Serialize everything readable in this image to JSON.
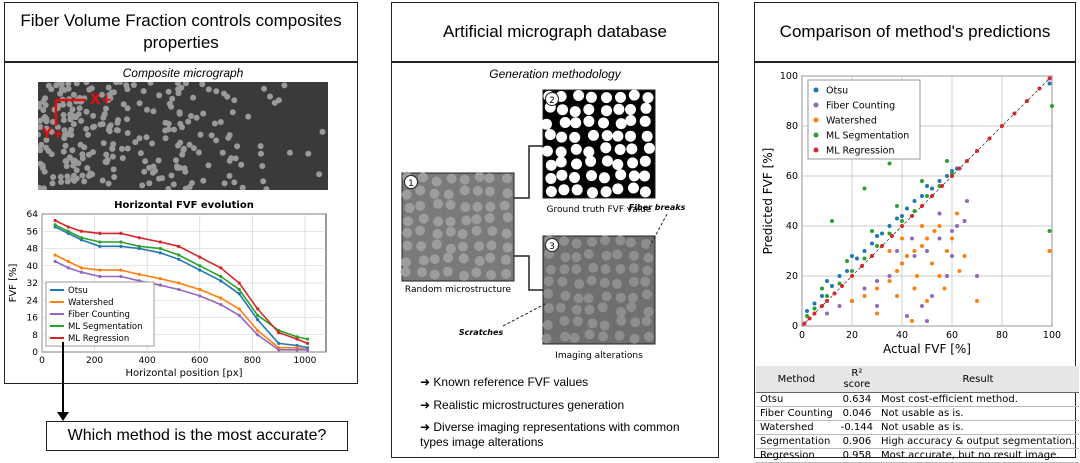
{
  "left": {
    "title": "Fiber Volume Fraction controls composites properties",
    "micrograph_caption": "Composite micrograph",
    "axis_x_label": "X+",
    "axis_y_label": "Y+",
    "question": "Which method is the most accurate?"
  },
  "middle": {
    "title": "Artificial micrograph database",
    "subtitle": "Generation methodology",
    "steps": [
      {
        "num": "1",
        "label": "Random microstructure"
      },
      {
        "num": "2",
        "label": "Ground truth FVF value"
      },
      {
        "num": "3",
        "label": "Imaging alterations"
      }
    ],
    "fiber_breaks": "Fiber breaks",
    "scratches": "Scratches",
    "bullets": [
      "Known reference FVF values",
      "Realistic microstructures generation",
      "Diverse imaging representations with common types image alterations"
    ]
  },
  "right": {
    "title": "Comparison of method's predictions",
    "table": {
      "headers": [
        "Method",
        "R² score",
        "Result"
      ],
      "rows": [
        [
          "Otsu",
          "0.634",
          "Most cost-efficient method."
        ],
        [
          "Fiber Counting",
          "0.046",
          "Not usable as is."
        ],
        [
          "Watershed",
          "-0.144",
          "Not usable as is."
        ],
        [
          "Segmentation",
          "0.906",
          "High accuracy & output segmentation."
        ],
        [
          "Regression",
          "0.958",
          "Most accurate, but no result image."
        ]
      ]
    }
  },
  "chart_data": [
    {
      "type": "line",
      "title": "Horizontal FVF evolution",
      "xlabel": "Horizontal position [px]",
      "ylabel": "FVF [%]",
      "xlim": [
        0,
        1080
      ],
      "ylim": [
        0,
        64
      ],
      "xticks": [
        0,
        200,
        400,
        600,
        800,
        1000
      ],
      "yticks": [
        0,
        8,
        16,
        24,
        32,
        40,
        48,
        56,
        64
      ],
      "grid": true,
      "legend_position": "lower-left",
      "x": [
        50,
        100,
        150,
        220,
        300,
        370,
        450,
        520,
        600,
        680,
        750,
        820,
        900,
        970,
        1010
      ],
      "series": [
        {
          "name": "Otsu",
          "color": "#1f77b4",
          "values": [
            58,
            55,
            52,
            49,
            49,
            48,
            46,
            43,
            38,
            33,
            27,
            15,
            4,
            3,
            2
          ]
        },
        {
          "name": "Watershed",
          "color": "#ff7f0e",
          "values": [
            45,
            42,
            39,
            38,
            38,
            36,
            34,
            32,
            29,
            25,
            20,
            10,
            2,
            2,
            1
          ]
        },
        {
          "name": "Fiber Counting",
          "color": "#9467bd",
          "values": [
            42,
            39,
            37,
            35,
            35,
            33,
            31,
            29,
            26,
            22,
            17,
            8,
            1,
            1,
            1
          ]
        },
        {
          "name": "ML Segmentation",
          "color": "#2ca02c",
          "values": [
            59,
            56,
            53,
            51,
            51,
            49,
            48,
            45,
            40,
            35,
            29,
            17,
            10,
            7,
            6
          ]
        },
        {
          "name": "ML Regression",
          "color": "#d62728",
          "values": [
            61,
            58,
            56,
            55,
            55,
            53,
            51,
            49,
            44,
            39,
            32,
            20,
            9,
            6,
            4
          ]
        }
      ]
    },
    {
      "type": "scatter",
      "xlabel": "Actual FVF [%]",
      "ylabel": "Predicted FVF [%]",
      "xlim": [
        0,
        100
      ],
      "ylim": [
        0,
        100
      ],
      "xticks": [
        0,
        20,
        40,
        60,
        80,
        100
      ],
      "yticks": [
        0,
        20,
        40,
        60,
        80,
        100
      ],
      "grid": true,
      "legend_position": "top-left",
      "reference_line": "y = x",
      "series": [
        {
          "name": "Otsu",
          "color": "#1f77b4",
          "points": [
            [
              2,
              6
            ],
            [
              5,
              9
            ],
            [
              8,
              12
            ],
            [
              12,
              16
            ],
            [
              15,
              20
            ],
            [
              18,
              22
            ],
            [
              22,
              27
            ],
            [
              25,
              30
            ],
            [
              28,
              33
            ],
            [
              32,
              37
            ],
            [
              35,
              40
            ],
            [
              38,
              43
            ],
            [
              42,
              47
            ],
            [
              45,
              50
            ],
            [
              48,
              52
            ],
            [
              52,
              55
            ],
            [
              55,
              58
            ],
            [
              58,
              60
            ],
            [
              62,
              63
            ],
            [
              10,
              18
            ],
            [
              20,
              28
            ],
            [
              30,
              36
            ],
            [
              40,
              44
            ],
            [
              50,
              56
            ],
            [
              60,
              62
            ],
            [
              99,
              97
            ]
          ]
        },
        {
          "name": "Fiber Counting",
          "color": "#9467bd",
          "points": [
            [
              10,
              5
            ],
            [
              15,
              8
            ],
            [
              20,
              10
            ],
            [
              25,
              15
            ],
            [
              30,
              18
            ],
            [
              35,
              20
            ],
            [
              40,
              25
            ],
            [
              45,
              28
            ],
            [
              50,
              30
            ],
            [
              55,
              35
            ],
            [
              60,
              38
            ],
            [
              62,
              40
            ],
            [
              48,
              8
            ],
            [
              52,
              12
            ],
            [
              58,
              20
            ],
            [
              44,
              35
            ],
            [
              38,
              30
            ],
            [
              65,
              42
            ],
            [
              70,
              20
            ],
            [
              55,
              45
            ],
            [
              30,
              8
            ],
            [
              42,
              4
            ],
            [
              60,
              28
            ],
            [
              66,
              50
            ],
            [
              50,
              2
            ]
          ]
        },
        {
          "name": "Watershed",
          "color": "#ff7f0e",
          "points": [
            [
              20,
              10
            ],
            [
              25,
              12
            ],
            [
              30,
              15
            ],
            [
              35,
              18
            ],
            [
              38,
              22
            ],
            [
              40,
              25
            ],
            [
              42,
              28
            ],
            [
              45,
              30
            ],
            [
              48,
              32
            ],
            [
              50,
              35
            ],
            [
              52,
              25
            ],
            [
              55,
              20
            ],
            [
              58,
              30
            ],
            [
              40,
              35
            ],
            [
              35,
              30
            ],
            [
              45,
              15
            ],
            [
              50,
              10
            ],
            [
              55,
              40
            ],
            [
              60,
              35
            ],
            [
              62,
              45
            ],
            [
              30,
              5
            ],
            [
              44,
              2
            ],
            [
              48,
              40
            ],
            [
              53,
              38
            ],
            [
              57,
              15
            ],
            [
              65,
              28
            ],
            [
              70,
              10
            ],
            [
              38,
              12
            ],
            [
              46,
              20
            ],
            [
              63,
              22
            ],
            [
              99,
              30
            ]
          ]
        },
        {
          "name": "ML Segmentation",
          "color": "#2ca02c",
          "points": [
            [
              2,
              4
            ],
            [
              5,
              7
            ],
            [
              10,
              12
            ],
            [
              15,
              17
            ],
            [
              20,
              22
            ],
            [
              25,
              27
            ],
            [
              30,
              32
            ],
            [
              35,
              37
            ],
            [
              40,
              42
            ],
            [
              45,
              46
            ],
            [
              50,
              52
            ],
            [
              55,
              56
            ],
            [
              60,
              61
            ],
            [
              8,
              15
            ],
            [
              18,
              26
            ],
            [
              28,
              38
            ],
            [
              38,
              48
            ],
            [
              48,
              58
            ],
            [
              58,
              66
            ],
            [
              25,
              55
            ],
            [
              12,
              42
            ],
            [
              35,
              65
            ],
            [
              99,
              38
            ],
            [
              100,
              88
            ]
          ]
        },
        {
          "name": "ML Regression",
          "color": "#d62728",
          "points": [
            [
              1,
              1
            ],
            [
              3,
              3
            ],
            [
              5,
              5
            ],
            [
              8,
              8
            ],
            [
              10,
              10
            ],
            [
              13,
              13
            ],
            [
              16,
              16
            ],
            [
              20,
              20
            ],
            [
              24,
              24
            ],
            [
              28,
              28
            ],
            [
              32,
              32
            ],
            [
              36,
              36
            ],
            [
              40,
              40
            ],
            [
              44,
              44
            ],
            [
              48,
              48
            ],
            [
              52,
              52
            ],
            [
              56,
              56
            ],
            [
              60,
              60
            ],
            [
              63,
              63
            ],
            [
              66,
              66
            ],
            [
              70,
              70
            ],
            [
              75,
              75
            ],
            [
              80,
              80
            ],
            [
              85,
              85
            ],
            [
              90,
              90
            ],
            [
              95,
              95
            ],
            [
              99,
              99
            ]
          ]
        }
      ]
    }
  ]
}
